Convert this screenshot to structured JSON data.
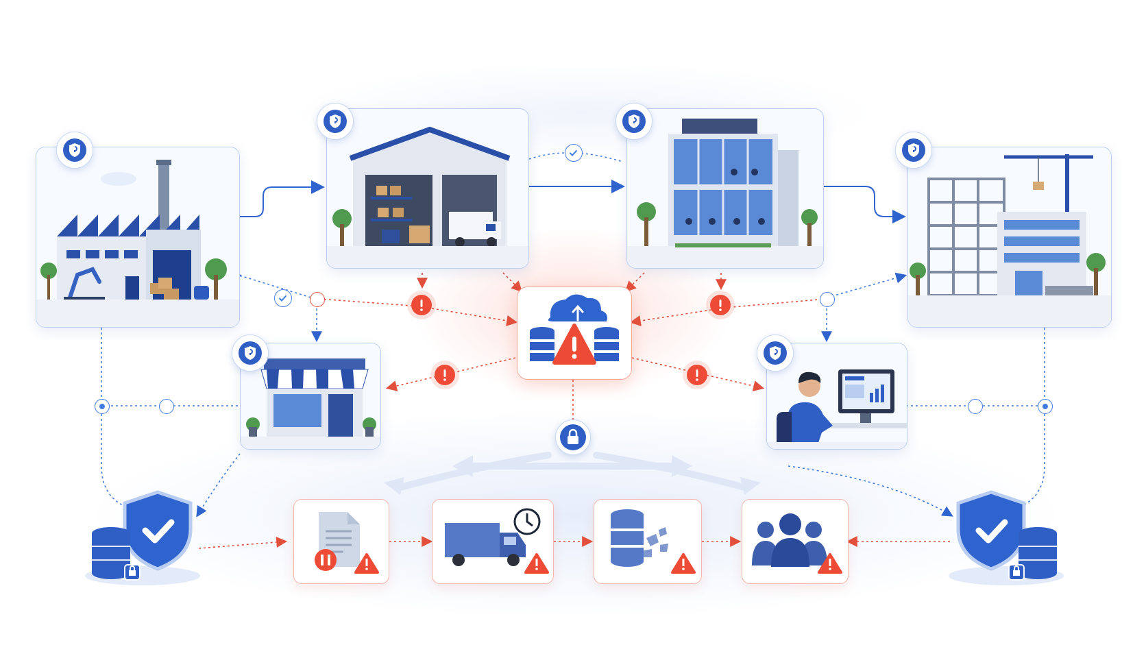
{
  "diagram": {
    "nodes": [
      {
        "id": "factory",
        "icon": "factory-building-icon",
        "badge": "shield-icon"
      },
      {
        "id": "warehouse",
        "icon": "warehouse-building-icon",
        "badge": "shield-icon"
      },
      {
        "id": "office",
        "icon": "office-building-icon",
        "badge": "shield-icon"
      },
      {
        "id": "construction",
        "icon": "construction-site-icon",
        "badge": "shield-icon"
      },
      {
        "id": "retail-store",
        "icon": "retail-store-icon",
        "badge": "shield-icon"
      },
      {
        "id": "workstation",
        "icon": "computer-workstation-icon",
        "badge": "shield-icon"
      },
      {
        "id": "central-hub",
        "icon": "cloud-database-alert-icon"
      },
      {
        "id": "paused-document",
        "icon": "document-pause-alert-icon"
      },
      {
        "id": "delayed-delivery",
        "icon": "truck-clock-alert-icon"
      },
      {
        "id": "data-loss",
        "icon": "database-broken-alert-icon"
      },
      {
        "id": "team-impact",
        "icon": "people-alert-icon"
      },
      {
        "id": "secure-backup-left",
        "icon": "shield-database-lock-icon"
      },
      {
        "id": "secure-backup-right",
        "icon": "shield-database-lock-icon"
      }
    ],
    "colors": {
      "primary_blue": "#2f5fc4",
      "light_blue": "#b9cdf1",
      "alert_red": "#ee4b36",
      "background": "#ffffff"
    }
  }
}
